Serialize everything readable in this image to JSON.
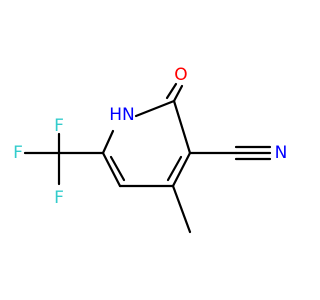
{
  "atoms": {
    "oxygen": {
      "symbol": "O",
      "color": "#ff0000"
    },
    "ring_nh": {
      "symbol": "HN",
      "color": "#0000ff"
    },
    "nitrile_n": {
      "symbol": "N",
      "color": "#0000ff"
    },
    "fluorine_top": {
      "symbol": "F",
      "color": "#33cccc"
    },
    "fluorine_left": {
      "symbol": "F",
      "color": "#33cccc"
    },
    "fluorine_bottom": {
      "symbol": "F",
      "color": "#33cccc"
    }
  },
  "bond_color": "#000000"
}
